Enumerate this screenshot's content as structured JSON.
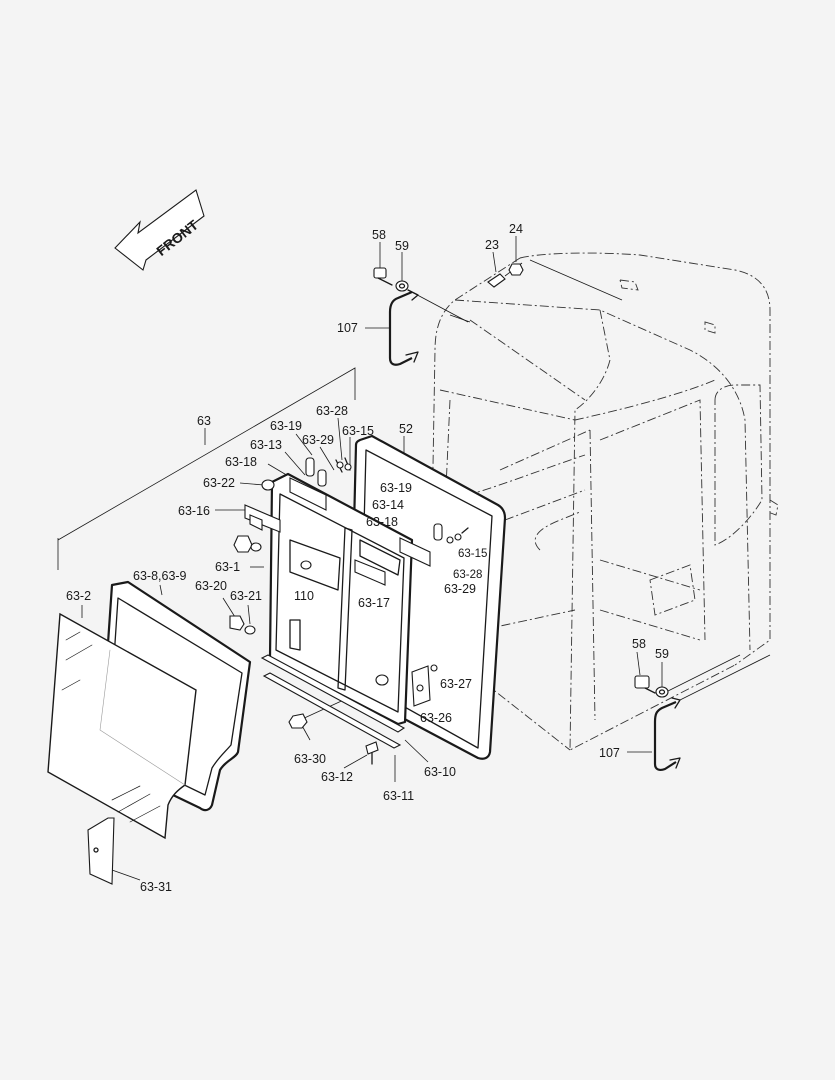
{
  "front_arrow": {
    "text": "FRONT"
  },
  "labels": {
    "p58_top": "58",
    "p59_top": "59",
    "p23": "23",
    "p24": "24",
    "p107_top": "107",
    "p63": "63",
    "p63_28_a": "63-28",
    "p63_19_a": "63-19",
    "p63_15_a": "63-15",
    "p52": "52",
    "p63_29_a": "63-29",
    "p63_13": "63-13",
    "p63_18_a": "63-18",
    "p63_22": "63-22",
    "p63_19_b": "63-19",
    "p63_14": "63-14",
    "p63_16": "63-16",
    "p63_18_b": "63-18",
    "p63_15_b": "63-15",
    "p63_1": "63-1",
    "p63_28_b": "63-28",
    "p63_8_9": "63-8,63-9",
    "p63_29_b": "63-29",
    "p63_20": "63-20",
    "p110": "110",
    "p63_2": "63-2",
    "p63_21": "63-21",
    "p63_17": "63-17",
    "p58_bot": "58",
    "p59_bot": "59",
    "p63_27": "63-27",
    "p63_26": "63-26",
    "p63_30": "63-30",
    "p63_10": "63-10",
    "p63_12": "63-12",
    "p107_bot": "107",
    "p63_11": "63-11",
    "p63_31": "63-31"
  }
}
